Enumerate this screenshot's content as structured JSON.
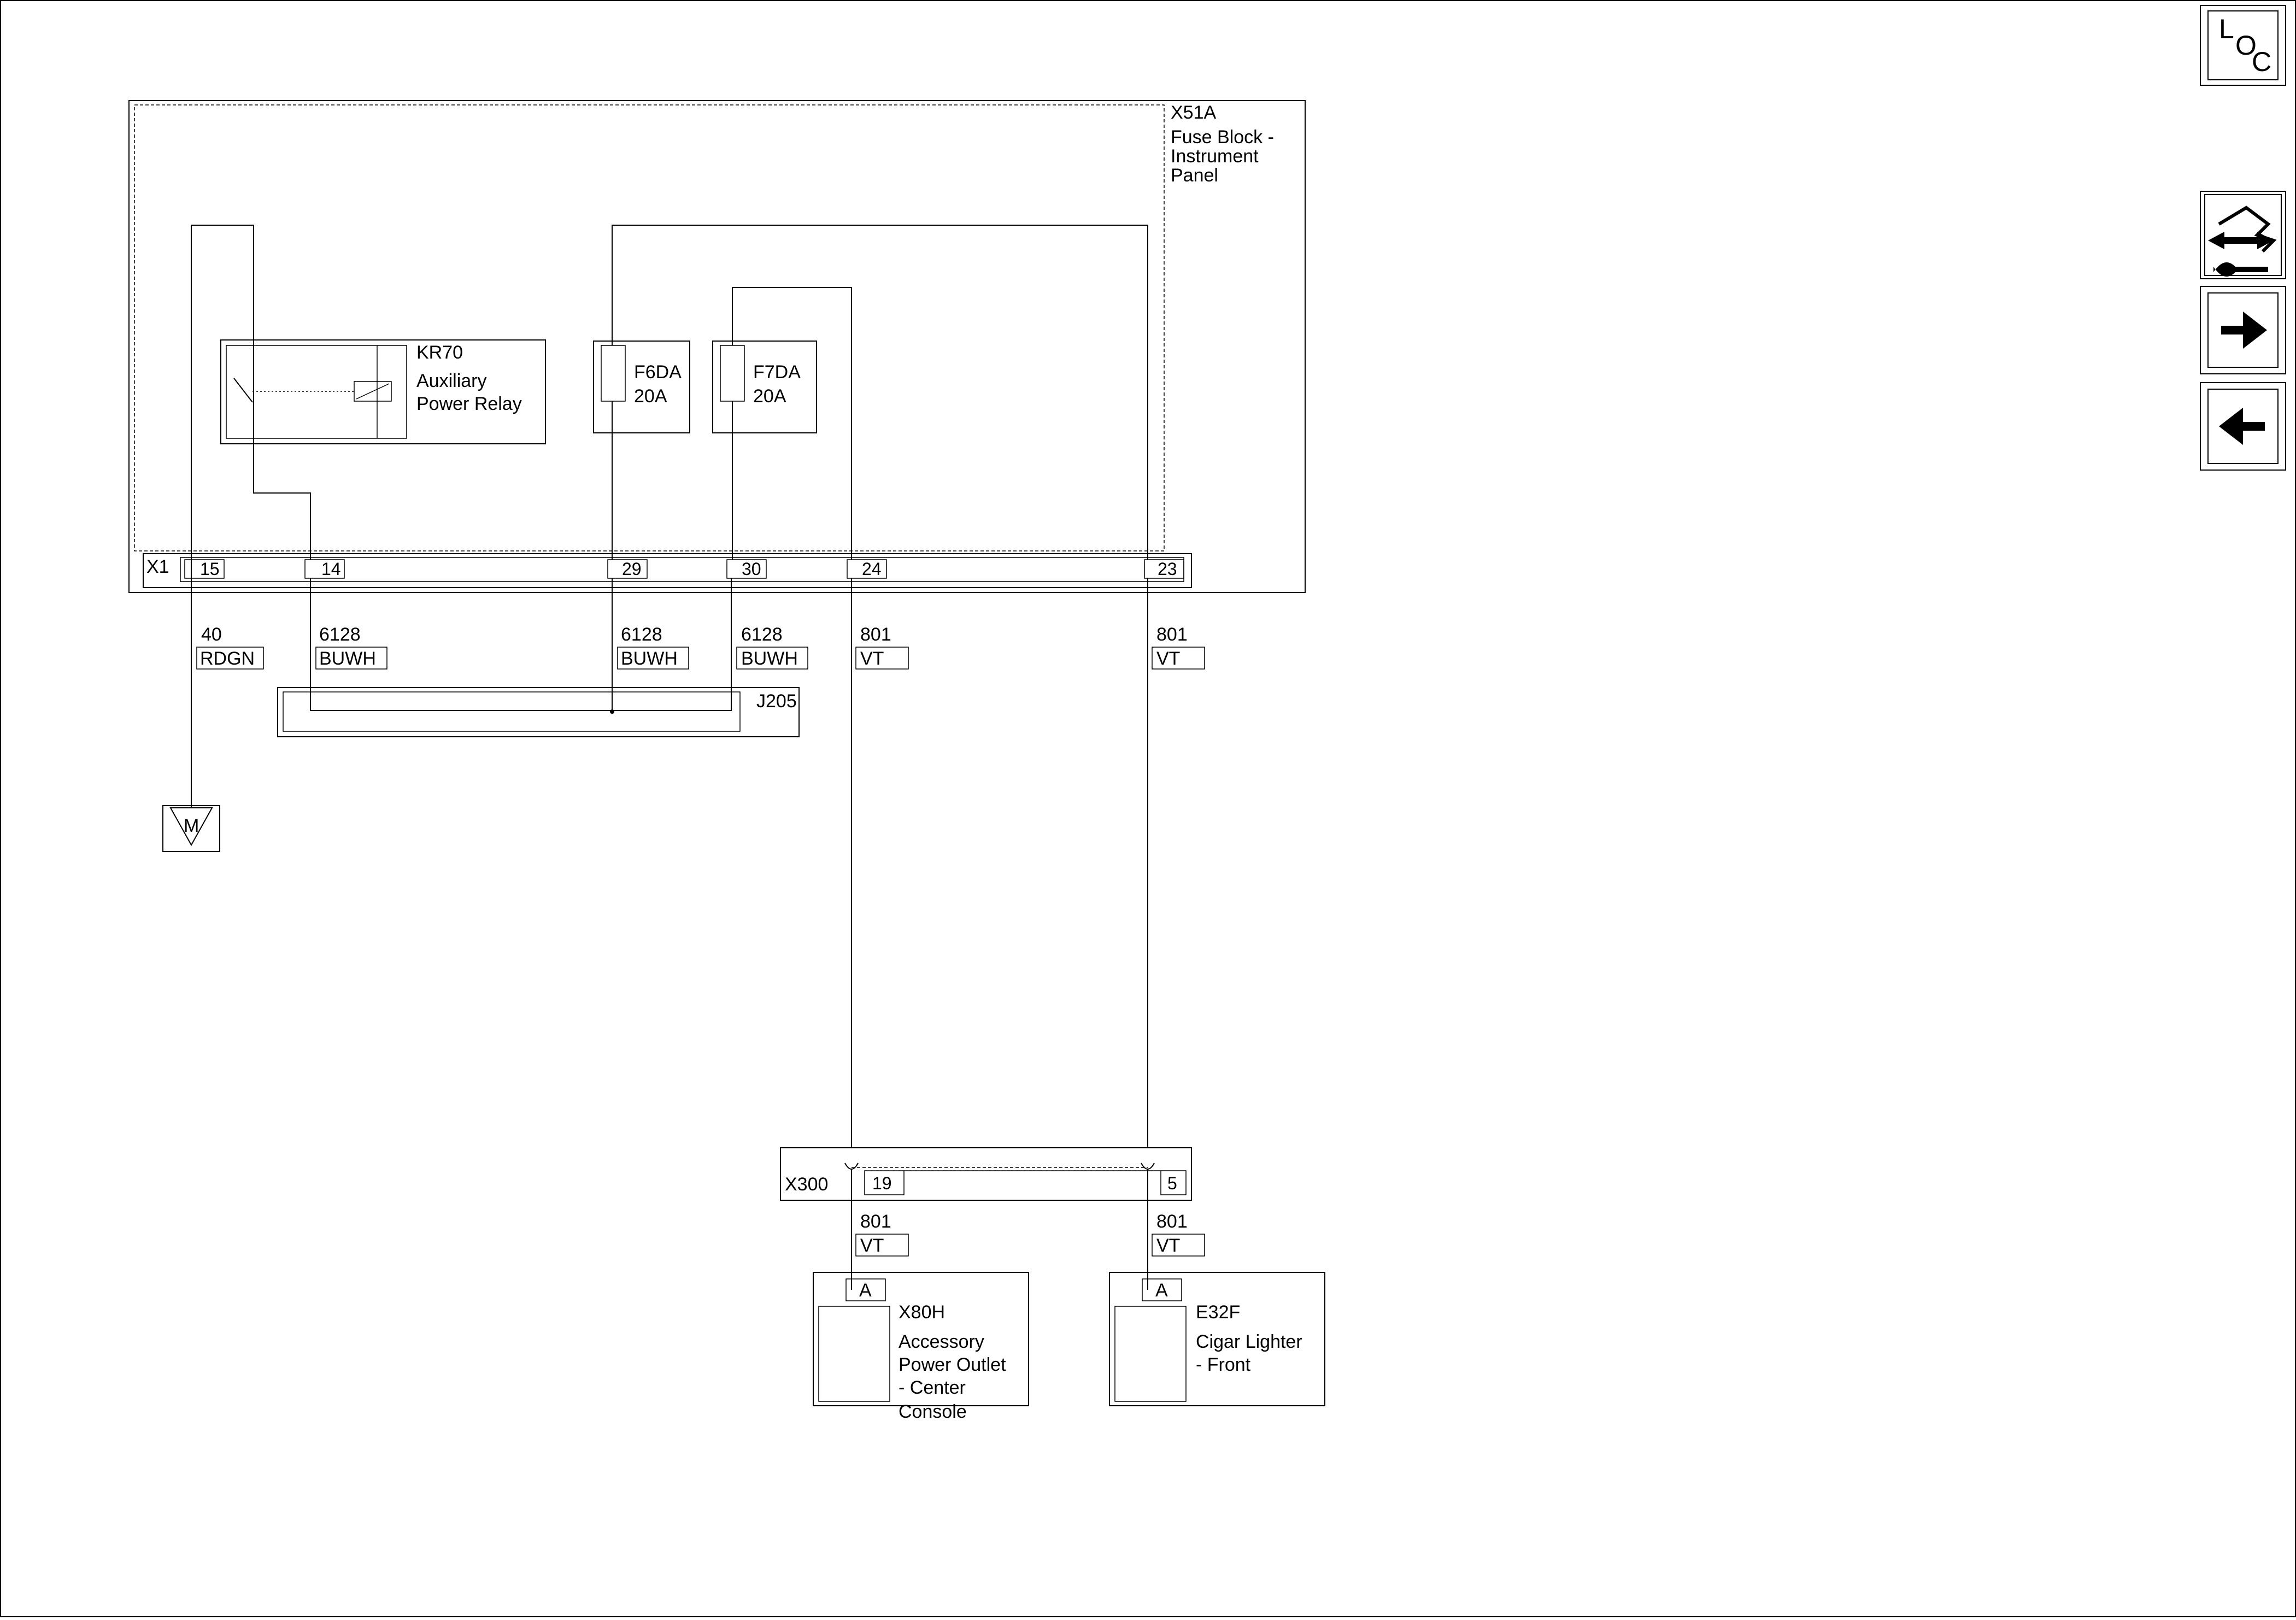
{
  "fuse_block": {
    "id": "X51A",
    "name_lines": [
      "Fuse Block -",
      "Instrument",
      "Panel"
    ],
    "connector": "X1",
    "pins": [
      "15",
      "14",
      "29",
      "30",
      "24",
      "23"
    ]
  },
  "relay": {
    "id": "KR70",
    "name_lines": [
      "Auxiliary",
      "Power Relay"
    ]
  },
  "fuses": [
    {
      "id": "F6DA",
      "rating": "20A"
    },
    {
      "id": "F7DA",
      "rating": "20A"
    }
  ],
  "wires": [
    {
      "circuit": "40",
      "color": "RDGN"
    },
    {
      "circuit": "6128",
      "color": "BUWH"
    },
    {
      "circuit": "6128",
      "color": "BUWH"
    },
    {
      "circuit": "6128",
      "color": "BUWH"
    },
    {
      "circuit": "801",
      "color": "VT"
    },
    {
      "circuit": "801",
      "color": "VT"
    },
    {
      "circuit": "801",
      "color": "VT"
    },
    {
      "circuit": "801",
      "color": "VT"
    }
  ],
  "splice": {
    "id": "J205"
  },
  "ground": {
    "label": "M"
  },
  "inline_connector": {
    "id": "X300",
    "pins": [
      "19",
      "5"
    ]
  },
  "components": [
    {
      "id": "X80H",
      "pin": "A",
      "name_lines": [
        "Accessory",
        "Power Outlet",
        "- Center",
        "Console"
      ]
    },
    {
      "id": "E32F",
      "pin": "A",
      "name_lines": [
        "Cigar Lighter",
        "- Front"
      ]
    }
  ],
  "nav": {
    "loc_letters": [
      "L",
      "O",
      "C"
    ],
    "icons": [
      "location-button",
      "connector-view-button",
      "next-page-arrow-icon",
      "previous-page-arrow-icon"
    ]
  }
}
